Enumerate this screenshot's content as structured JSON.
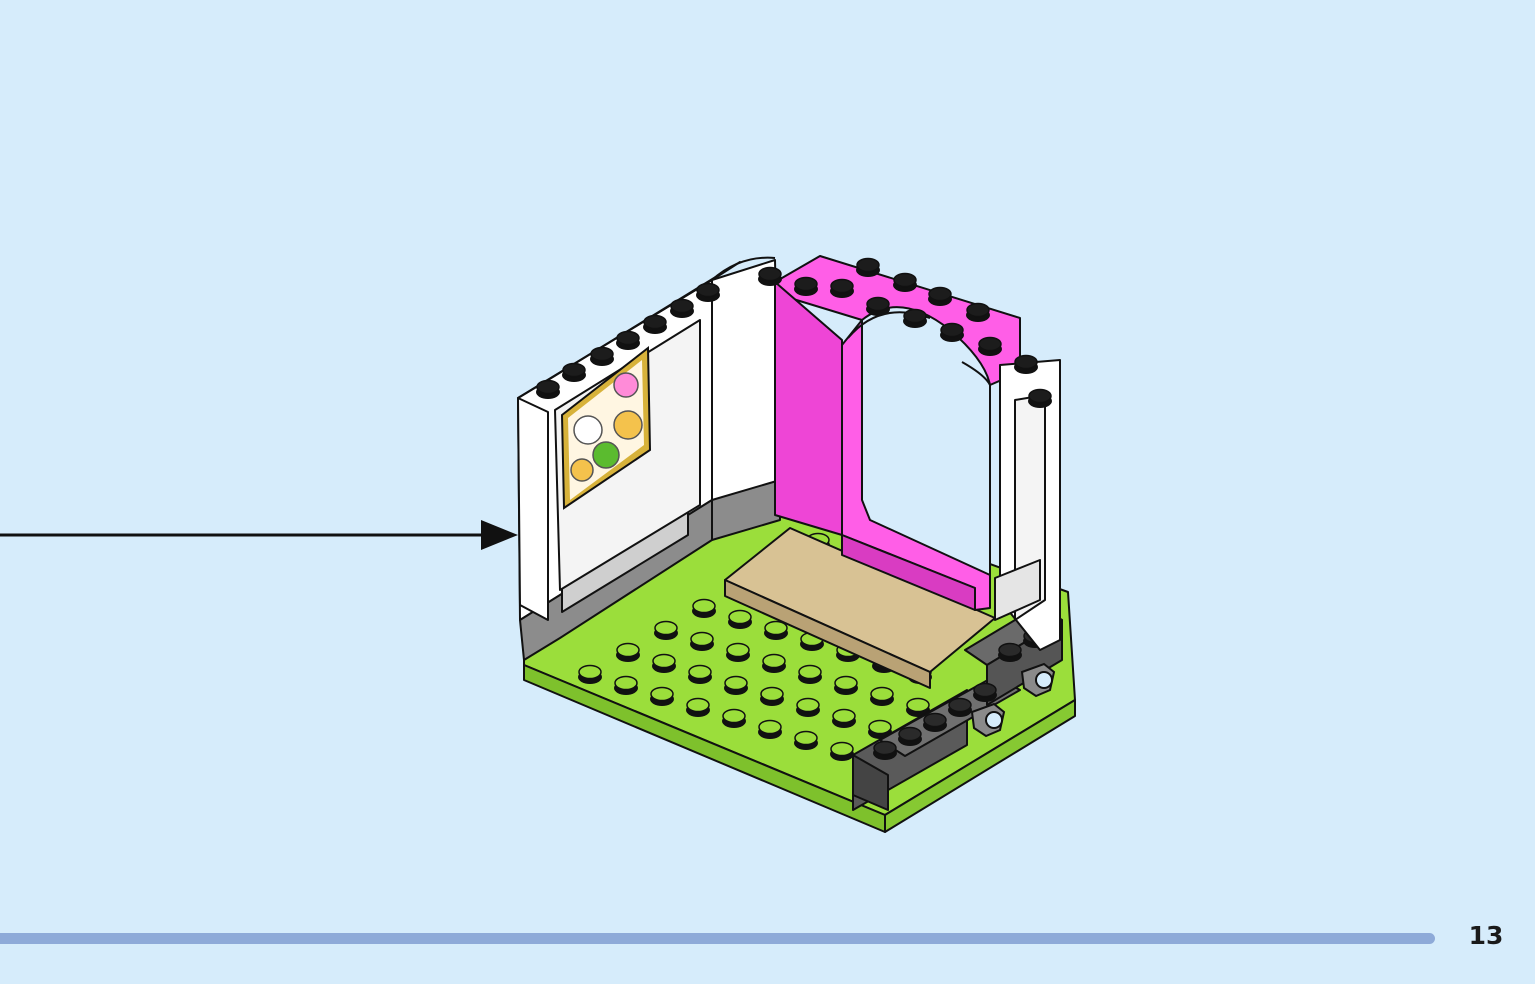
{
  "page": {
    "number": "13",
    "progress_fraction": 1.0
  },
  "illustration": {
    "subject": "brick-built-room-step",
    "pointer": "callout-arrow"
  },
  "colors": {
    "background": "#d6ecfb",
    "progress": "#8eaad8",
    "wall_white": "#ffffff",
    "arch_magenta": "#ff5ee7",
    "baseplate_lime": "#9bde3b",
    "tile_tan": "#d8c294",
    "brick_dark_gray": "#555555",
    "brick_black": "#1c1c1c"
  },
  "icons": [
    "arrow-right-icon",
    "picture-frame-icon",
    "clip-icon"
  ]
}
